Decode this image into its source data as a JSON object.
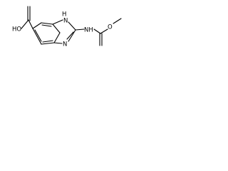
{
  "molecule": {
    "labels": {
      "carboxylic_oh": "HO",
      "ring_nh": "H",
      "ring_nh_n": "N",
      "ring_n": "N",
      "amide_nh": "NH",
      "ester_o": "O"
    }
  }
}
